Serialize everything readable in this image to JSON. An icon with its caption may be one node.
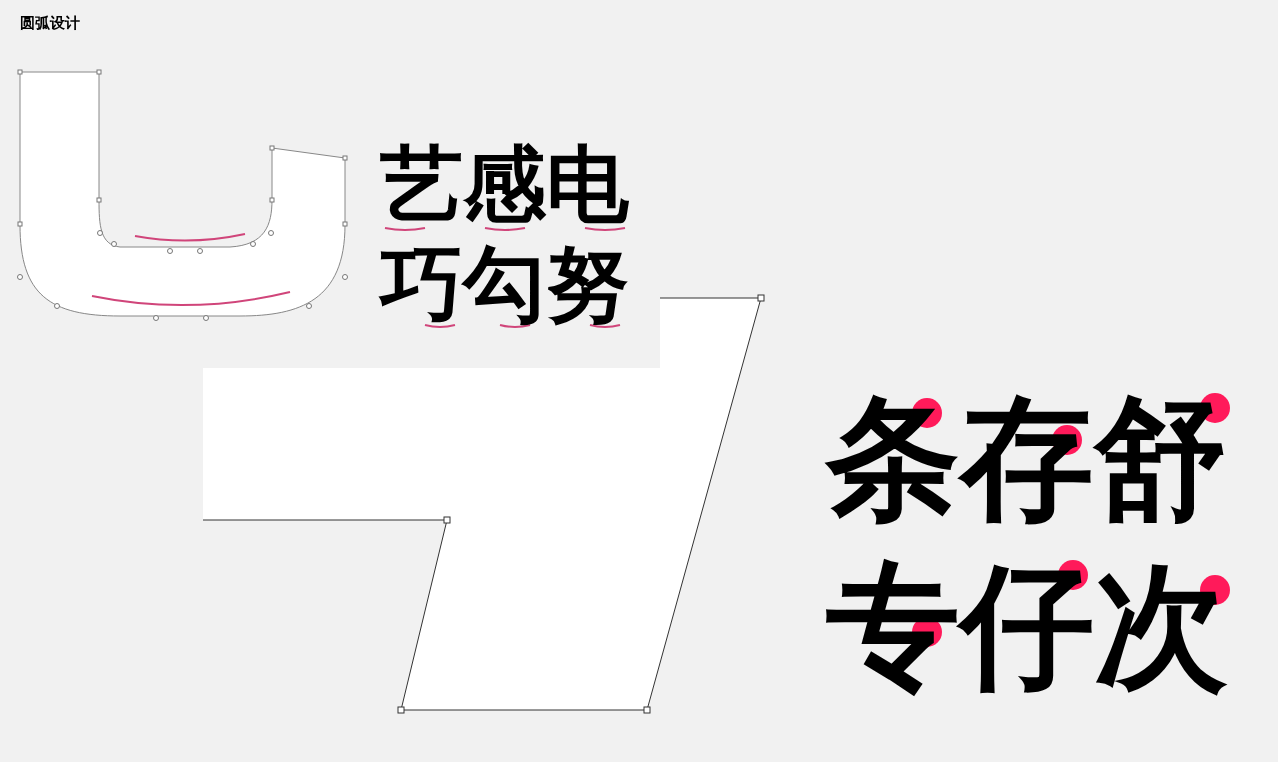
{
  "diagram": {
    "title": "圆弧设计",
    "labels": [
      "艺感电",
      "巧勾努",
      "条存舒",
      "专仔次"
    ]
  }
}
